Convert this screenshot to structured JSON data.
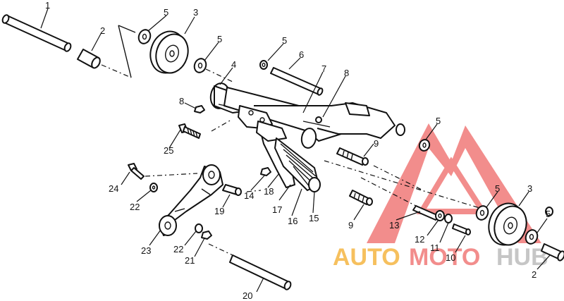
{
  "callouts": [
    {
      "id": "c1",
      "text": "1"
    },
    {
      "id": "c2a",
      "text": "2"
    },
    {
      "id": "c3a",
      "text": "3"
    },
    {
      "id": "c5a",
      "text": "5"
    },
    {
      "id": "c5b",
      "text": "5"
    },
    {
      "id": "c5c",
      "text": "5"
    },
    {
      "id": "c6",
      "text": "6"
    },
    {
      "id": "c4",
      "text": "4"
    },
    {
      "id": "c7",
      "text": "7"
    },
    {
      "id": "c8a",
      "text": "8"
    },
    {
      "id": "c8b",
      "text": "8"
    },
    {
      "id": "c25",
      "text": "25"
    },
    {
      "id": "c9a",
      "text": "9"
    },
    {
      "id": "c5d",
      "text": "5"
    },
    {
      "id": "c24",
      "text": "24"
    },
    {
      "id": "c22a",
      "text": "22"
    },
    {
      "id": "c19",
      "text": "19"
    },
    {
      "id": "c14",
      "text": "14"
    },
    {
      "id": "c18",
      "text": "18"
    },
    {
      "id": "c17",
      "text": "17"
    },
    {
      "id": "c16",
      "text": "16"
    },
    {
      "id": "c15",
      "text": "15"
    },
    {
      "id": "c9b",
      "text": "9"
    },
    {
      "id": "c13",
      "text": "13"
    },
    {
      "id": "c5e",
      "text": "5"
    },
    {
      "id": "c3b",
      "text": "3"
    },
    {
      "id": "c5f",
      "text": "5"
    },
    {
      "id": "c12",
      "text": "12"
    },
    {
      "id": "c11",
      "text": "11"
    },
    {
      "id": "c10",
      "text": "10"
    },
    {
      "id": "c2b",
      "text": "2"
    },
    {
      "id": "c23",
      "text": "23"
    },
    {
      "id": "c22b",
      "text": "22"
    },
    {
      "id": "c21",
      "text": "21"
    },
    {
      "id": "c20",
      "text": "20"
    }
  ],
  "watermark": {
    "word_part1": "AUTO",
    "word_part2": "MOTO",
    "word_part3": "HUB",
    "color_orange": "#f5b642",
    "color_red": "#f07a78",
    "color_gray": "#bdbdbd"
  }
}
